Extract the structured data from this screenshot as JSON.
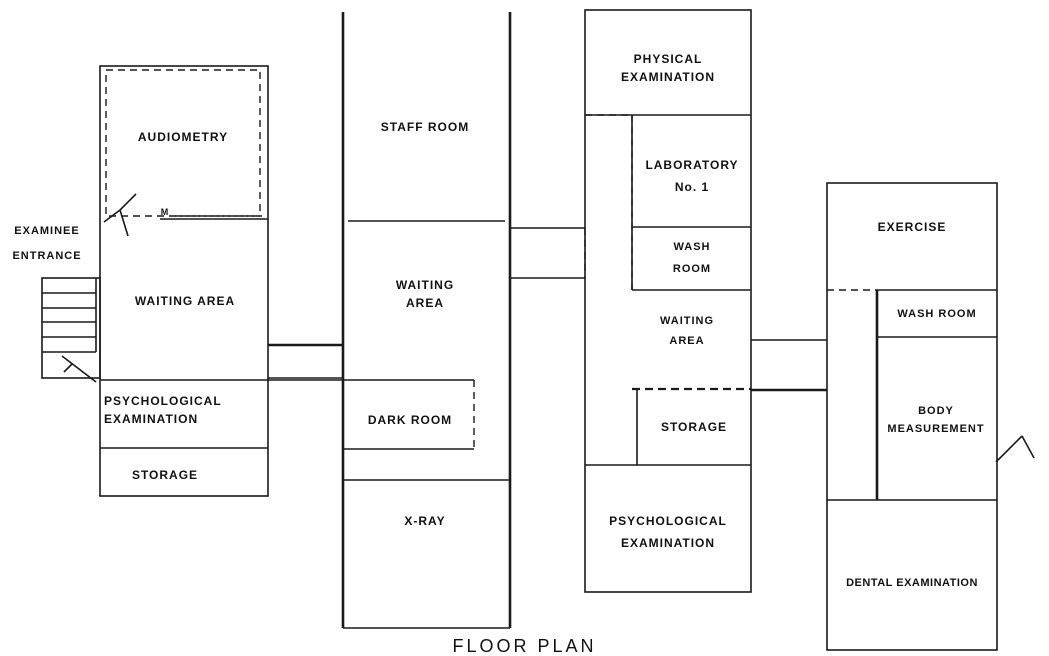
{
  "diagram": {
    "title": "FLOOR PLAN",
    "rooms": {
      "audiometry": "AUDIOMETRY",
      "examinee_entrance_line1": "EXAMINEE",
      "examinee_entrance_line2": "ENTRANCE",
      "waiting_area_1": "WAITING AREA",
      "psychological_examination_1_line1": "PSYCHOLOGICAL",
      "psychological_examination_1_line2": "EXAMINATION",
      "storage_1": "STORAGE",
      "staff_room": "STAFF ROOM",
      "waiting_area_2_line1": "WAITING",
      "waiting_area_2_line2": "AREA",
      "dark_room": "DARK ROOM",
      "x_ray": "X-RAY",
      "physical_examination_line1": "PHYSICAL",
      "physical_examination_line2": "EXAMINATION",
      "laboratory_line1": "LABORATORY",
      "laboratory_line2": "No. 1",
      "wash_room_1_line1": "WASH",
      "wash_room_1_line2": "ROOM",
      "waiting_area_3_line1": "WAITING",
      "waiting_area_3_line2": "AREA",
      "storage_2": "STORAGE",
      "psychological_examination_2_line1": "PSYCHOLOGICAL",
      "psychological_examination_2_line2": "EXAMINATION",
      "exercise": "EXERCISE",
      "wash_room_2": "WASH ROOM",
      "body_measurement_line1": "BODY",
      "body_measurement_line2": "MEASUREMENT",
      "dental_examination": "DENTAL EXAMINATION",
      "m_marker": "M"
    }
  }
}
